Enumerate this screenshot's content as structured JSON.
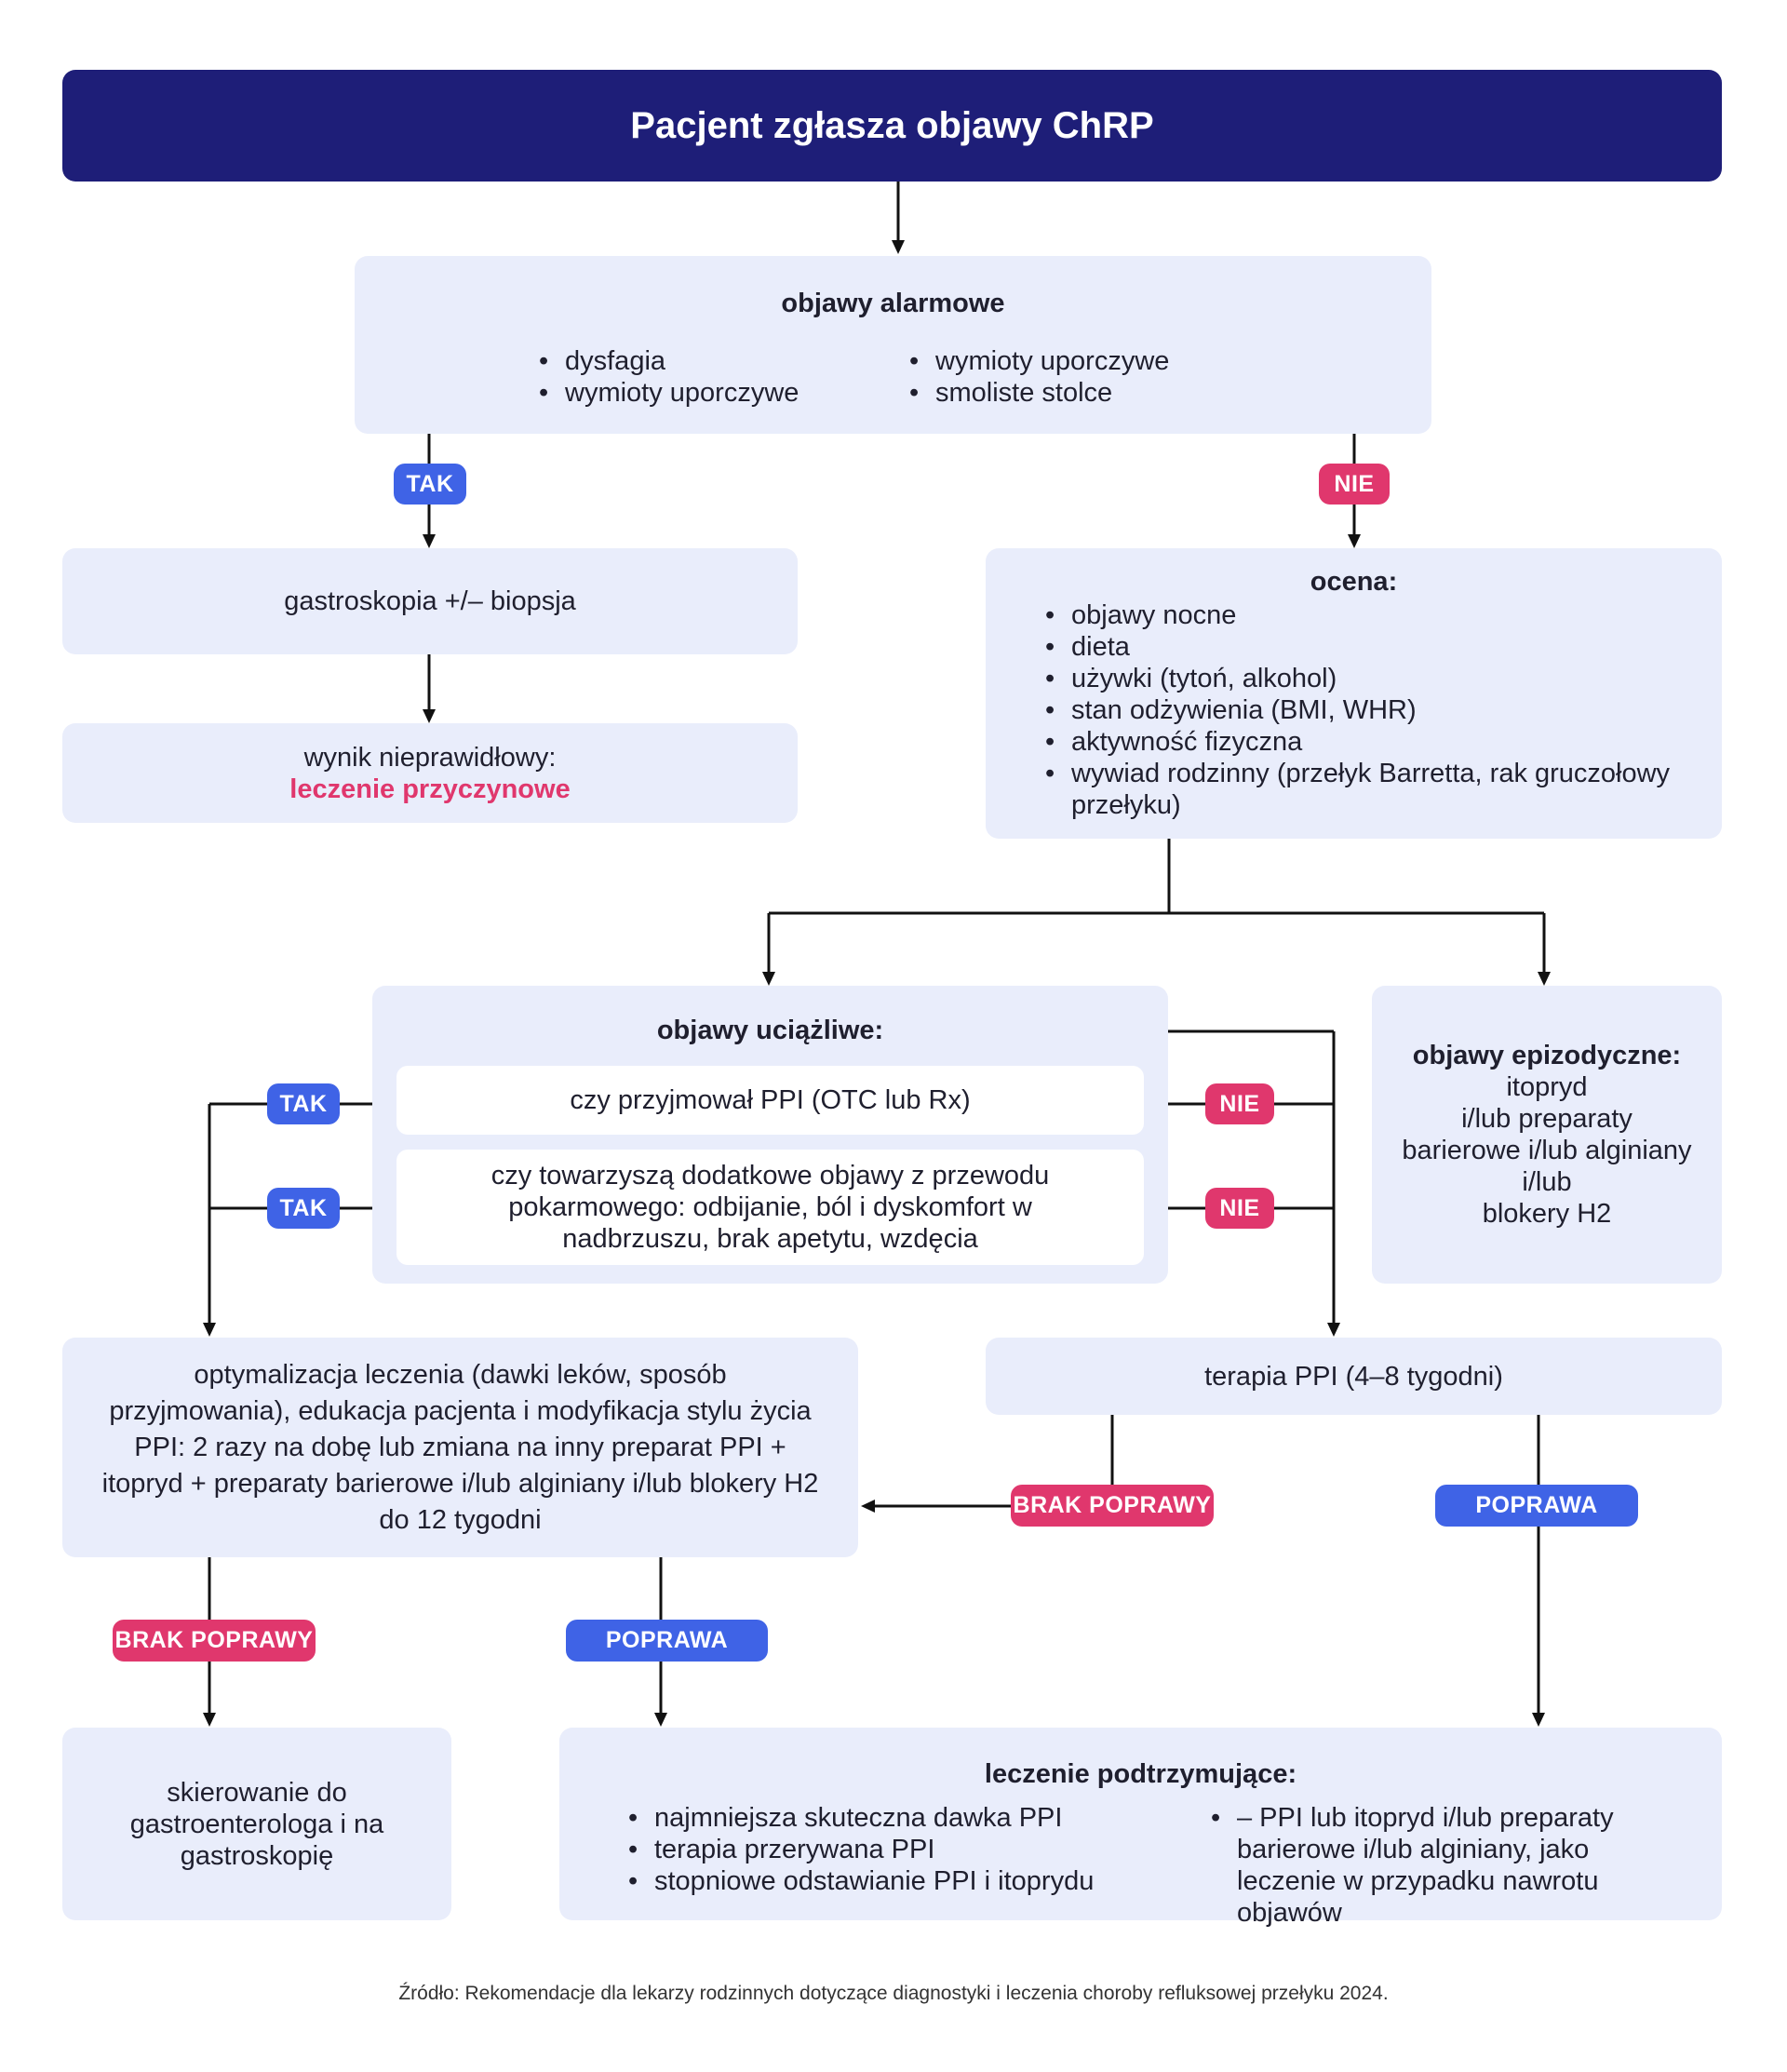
{
  "header": "Pacjent zgłasza objawy ChRP",
  "alarm": {
    "title": "objawy alarmowe",
    "left": [
      "dysfagia",
      "wymioty uporczywe"
    ],
    "right": [
      "wymioty uporczywe",
      "smoliste stolce"
    ]
  },
  "badges": {
    "tak": "TAK",
    "nie": "NIE",
    "no_improve": "BRAK POPRAWY",
    "improve": "POPRAWA"
  },
  "gastro": "gastroskopia +/– biopsja",
  "abnormal": {
    "line1": "wynik nieprawidłowy:",
    "line2": "leczenie przyczynowe"
  },
  "assessment": {
    "title": "ocena:",
    "items": [
      "objawy nocne",
      "dieta",
      "używki (tytoń, alkohol)",
      "stan odżywienia (BMI, WHR)",
      "aktywność fizyczna",
      "wywiad rodzinny (przełyk Barretta, rak gruczołowy przełyku)"
    ]
  },
  "burdensome": {
    "title": "objawy uciążliwe:",
    "q1": "czy przyjmował PPI (OTC lub Rx)",
    "q2": "czy towarzyszą dodatkowe objawy z przewodu pokarmowego: odbijanie, ból i dyskomfort w nadbrzuszu, brak apetytu, wzdęcia"
  },
  "episodic": {
    "title": "objawy epizodyczne:",
    "lines": [
      "itopryd",
      "i/lub preparaty",
      "barierowe i/lub alginiany",
      "i/lub",
      "blokery H2"
    ]
  },
  "optimize": "optymalizacja leczenia (dawki leków, sposób przyjmowania), edukacja pacjenta i modyfikacja stylu życia PPI: 2 razy na dobę lub zmiana na inny preparat PPI + itopryd + preparaty barierowe i/lub alginiany i/lub blokery H2 do 12 tygodni",
  "ppi_therapy": "terapia PPI (4–8 tygodni)",
  "referral": "skierowanie do gastroenterologa i na gastroskopię",
  "maintenance": {
    "title": "leczenie podtrzymujące:",
    "left": [
      "najmniejsza skuteczna dawka PPI",
      "terapia przerywana PPI",
      "stopniowe odstawianie PPI i itoprydu"
    ],
    "right": [
      "– PPI lub itopryd i/lub preparaty barierowe i/lub alginiany, jako leczenie w przypadku nawrotu objawów"
    ]
  },
  "source": "Źródło: Rekomendacje dla lekarzy rodzinnych dotyczące diagnostyki i leczenia choroby refluksowej przełyku 2024."
}
